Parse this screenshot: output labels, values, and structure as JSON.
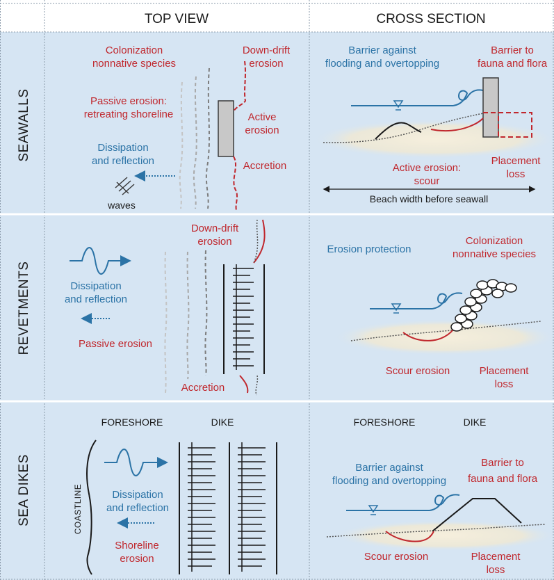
{
  "headers": {
    "top_view": "TOP VIEW",
    "cross_section": "CROSS SECTION"
  },
  "rows": {
    "seawalls": "SEAWALLS",
    "revetments": "REVETMENTS",
    "sea_dikes": "SEA DIKES"
  },
  "seawalls": {
    "top": {
      "colonization_1": "Colonization",
      "colonization_2": "nonnative species",
      "downdrift_1": "Down-drift",
      "downdrift_2": "erosion",
      "passive_1": "Passive erosion:",
      "passive_2": "retreating shoreline",
      "active_1": "Active",
      "active_2": "erosion",
      "dissipation_1": "Dissipation",
      "dissipation_2": "and reflection",
      "accretion": "Accretion",
      "waves": "waves"
    },
    "cross": {
      "barrier_flood_1": "Barrier against",
      "barrier_flood_2": "flooding and overtopping",
      "barrier_fauna_1": "Barrier to",
      "barrier_fauna_2": "fauna and flora",
      "active_scour_1": "Active erosion:",
      "active_scour_2": "scour",
      "placement_1": "Placement",
      "placement_2": "loss",
      "beach_width": "Beach width before seawall"
    }
  },
  "revetments": {
    "top": {
      "downdrift_1": "Down-drift",
      "downdrift_2": "erosion",
      "dissipation_1": "Dissipation",
      "dissipation_2": "and reflection",
      "passive": "Passive erosion",
      "accretion": "Accretion"
    },
    "cross": {
      "erosion_protection": "Erosion protection",
      "colonization_1": "Colonization",
      "colonization_2": "nonnative species",
      "scour": "Scour erosion",
      "placement_1": "Placement",
      "placement_2": "loss"
    }
  },
  "dikes": {
    "top": {
      "foreshore": "FORESHORE",
      "dike": "DIKE",
      "coastline": "COASTLINE",
      "dissipation_1": "Dissipation",
      "dissipation_2": "and reflection",
      "shoreline_1": "Shoreline",
      "shoreline_2": "erosion"
    },
    "cross": {
      "foreshore": "FORESHORE",
      "dike": "DIKE",
      "barrier_flood_1": "Barrier against",
      "barrier_flood_2": "flooding and overtopping",
      "barrier_fauna_1": "Barrier to",
      "barrier_fauna_2": "fauna and flora",
      "scour": "Scour erosion",
      "placement_1": "Placement",
      "placement_2": "loss"
    }
  },
  "colors": {
    "panel_fill": "#d6e5f3",
    "red": "#c0272d",
    "blue": "#2b73a6",
    "grey_line": "#8c8c8c",
    "sand": "#f3ecd8"
  }
}
